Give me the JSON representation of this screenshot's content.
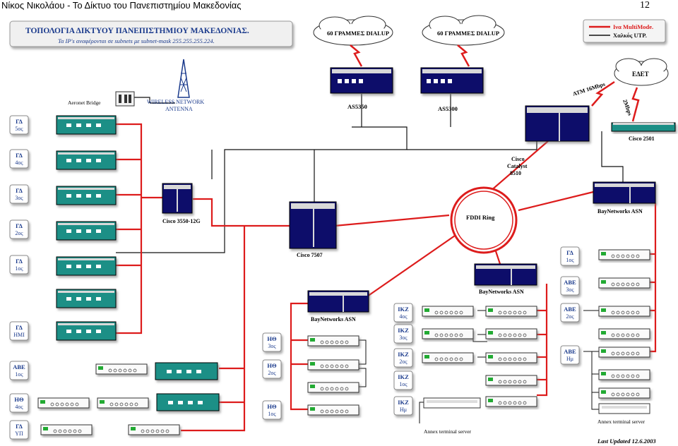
{
  "header": {
    "author_title": "Νίκος Νικολάου - Το Δίκτυο του Πανεπιστημίου Μακεδονίας",
    "page_number": "12"
  },
  "title_box": {
    "title": "ΤΟΠΟΛΟΓΙΑ ΔΙΚΤΥΟΥ ΠΑΝΕΠΙΣΤΗΜΙΟΥ ΜΑΚΕΔΟΝΙΑΣ.",
    "subtitle": "Τα IP's αναφέρονται σε subnets με subnet-mask 255.255.255.224."
  },
  "legend": {
    "fiber": "Ινα MultiMode.",
    "copper": "Χαλκός UTP."
  },
  "colors": {
    "fiber": "#dd1c1c",
    "copper": "#111111",
    "device_navy": "#10106a",
    "device_teal": "#1f8f86",
    "label_box": "#1a3a8c"
  },
  "clouds": {
    "dialup_1": "60 ΓΡΑΜΜΕΣ DIALUP",
    "dialup_2": "60 ΓΡΑΜΜΕΣ DIALUP",
    "edet": "ΕΔΕΤ"
  },
  "devices": {
    "aeronet": "Aeronet Bridge",
    "antenna": "WIRELESS NETWORK ANTENNA",
    "as5350": "AS5350",
    "as5300": "AS5300",
    "catalyst": "Cisco Catalyst 8510",
    "cisco2501": "Cisco 2501",
    "cisco3550": "Cisco 3550-12G",
    "cisco7507": "Cisco 7507",
    "fddi": "FDDI Ring",
    "bay_right": "BayNetworks ASN",
    "bay_center": "BayNetworks ASN",
    "bay_left": "BayNetworks ASN",
    "annex_left": "Annex terminal server",
    "annex_right": "Annex terminal server"
  },
  "links": {
    "atm": "ATM 16Mbps",
    "mbps2": "2Mbps"
  },
  "floors_left": [
    "ΓΔ 5ος",
    "ΓΔ 4ος",
    "ΓΔ 3ος",
    "ΓΔ 2ος",
    "ΓΔ 1ος",
    "ΓΔ ΗΜΙ",
    "ΑΒΕ 1ος",
    "ΗΘ 4ος",
    "ΓΔ ΥΠ"
  ],
  "floors_ht": [
    "ΗΘ 3ος",
    "ΗΘ 2ος",
    "ΗΘ 1ος"
  ],
  "floors_ikz": [
    "ΙΚΖ 4ος",
    "ΙΚΖ 3ος",
    "ΙΚΖ 2ος",
    "ΙΚΖ 1ος",
    "ΙΚΖ Ημ"
  ],
  "floors_right": [
    "ΓΔ 1ος",
    "ΑΒΕ 3ος",
    "ΑΒΕ 2ος",
    "ΑΒΕ Ημ"
  ],
  "footer": {
    "updated": "Last Updated 12.6.2003"
  }
}
